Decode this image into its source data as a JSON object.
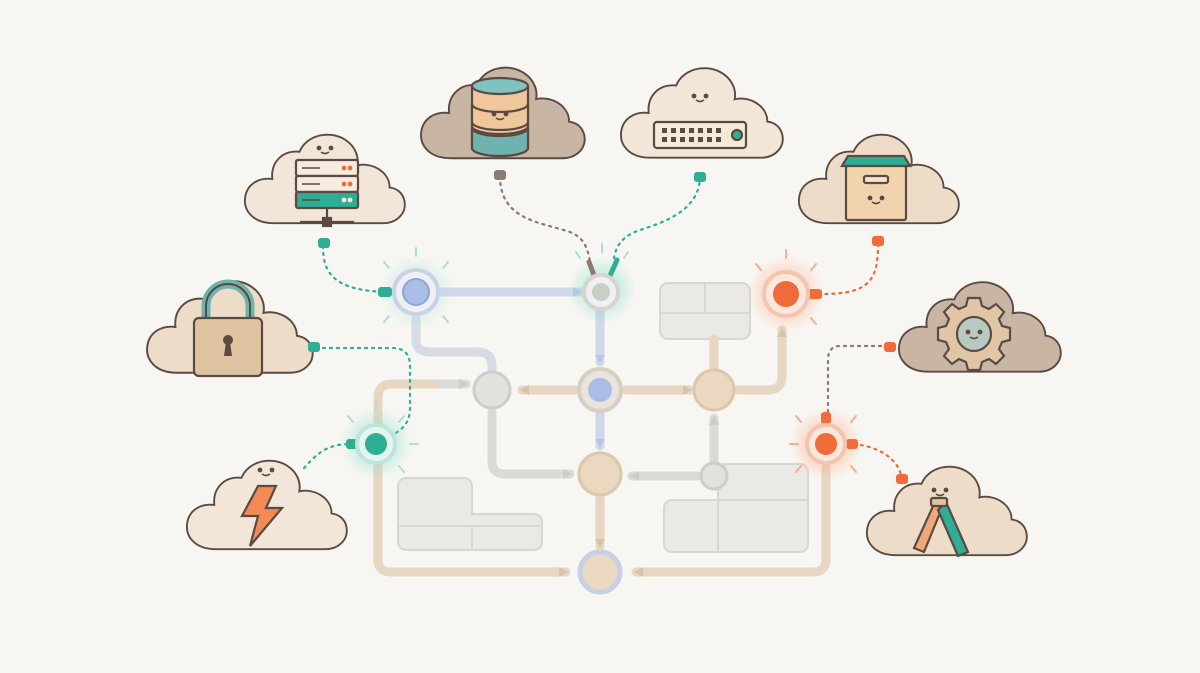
{
  "diagram": {
    "title": "",
    "colors": {
      "background": "#f8f6f2",
      "outline": "#5a4a42",
      "cloud_fill": "#efe1cf",
      "cloud_fill_dark": "#c8b4a2",
      "teal": "#2fae96",
      "teal_glow": "#7fe0cc",
      "orange": "#f06a3a",
      "blue_node": "#a9bde6",
      "tan_node": "#ead8c0",
      "gray_node": "#e3e1de",
      "path_blue": "#cfd8ea",
      "path_tan": "#e6d6c2",
      "path_gray": "#dcdad6",
      "panel": "#e9e7e3"
    },
    "clouds": [
      {
        "id": "server-rack",
        "icon": "server-rack-icon",
        "accent": "teal"
      },
      {
        "id": "database",
        "icon": "database-icon",
        "accent": "teal"
      },
      {
        "id": "network-switch",
        "icon": "network-switch-icon",
        "accent": "teal"
      },
      {
        "id": "storage-box",
        "icon": "archive-box-icon",
        "accent": "orange"
      },
      {
        "id": "security",
        "icon": "padlock-icon",
        "accent": "teal"
      },
      {
        "id": "settings",
        "icon": "gear-icon",
        "accent": "orange"
      },
      {
        "id": "serverless",
        "icon": "lightning-icon",
        "accent": "teal"
      },
      {
        "id": "analytics",
        "icon": "analytics-a-icon",
        "accent": "orange"
      }
    ],
    "gateways": [
      {
        "id": "gateway-blue",
        "color": "blue"
      },
      {
        "id": "gateway-split",
        "color": "teal"
      },
      {
        "id": "gateway-orange-top",
        "color": "orange"
      },
      {
        "id": "gateway-teal-left",
        "color": "teal"
      },
      {
        "id": "gateway-orange-right",
        "color": "orange"
      }
    ]
  }
}
